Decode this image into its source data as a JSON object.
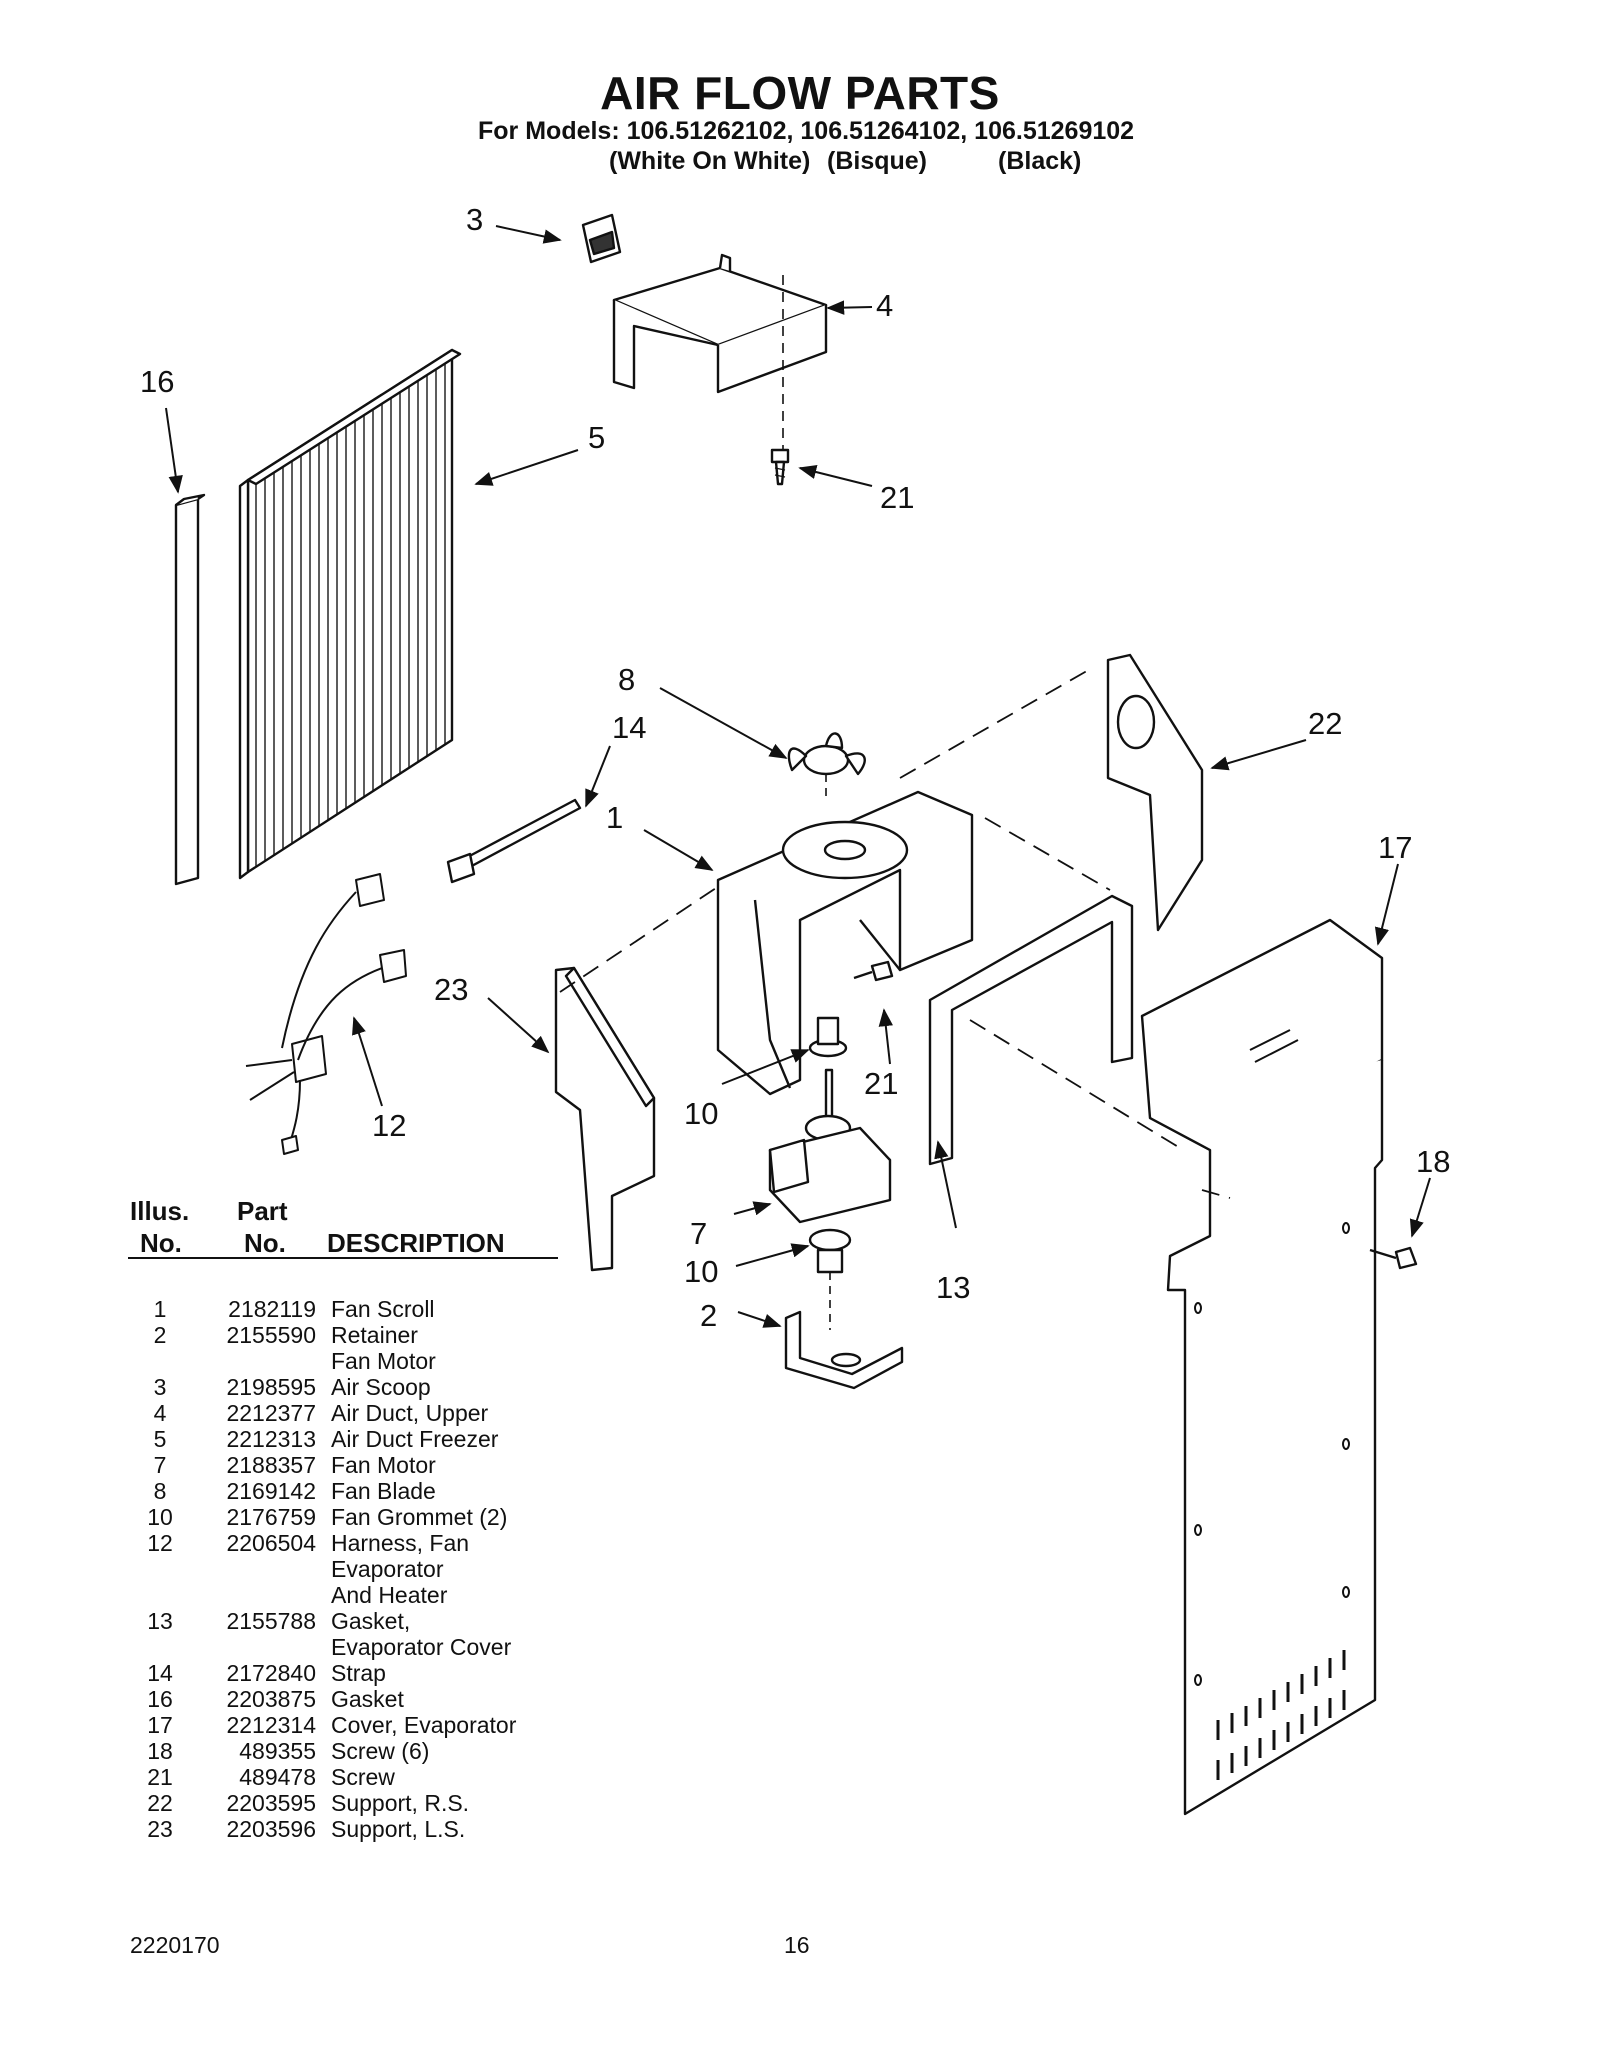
{
  "header": {
    "title": "AIR FLOW PARTS",
    "models": "For Models: 106.51262102, 106.51264102, 106.51269102",
    "colors": [
      "(White On White)",
      "(Bisque)",
      "(Black)"
    ]
  },
  "callouts": [
    "3",
    "4",
    "16",
    "5",
    "21",
    "8",
    "14",
    "22",
    "1",
    "17",
    "23",
    "21",
    "12",
    "10",
    "18",
    "7",
    "10",
    "13",
    "2"
  ],
  "table": {
    "headers": {
      "illus_1": "Illus.",
      "illus_2": "No.",
      "part_1": "Part",
      "part_2": "No.",
      "description": "DESCRIPTION"
    },
    "rows": [
      {
        "no": "1",
        "part": "2182119",
        "desc": [
          "Fan Scroll"
        ]
      },
      {
        "no": "2",
        "part": "2155590",
        "desc": [
          "Retainer",
          "Fan Motor"
        ]
      },
      {
        "no": "3",
        "part": "2198595",
        "desc": [
          "Air Scoop"
        ]
      },
      {
        "no": "4",
        "part": "2212377",
        "desc": [
          "Air Duct, Upper"
        ]
      },
      {
        "no": "5",
        "part": "2212313",
        "desc": [
          "Air Duct Freezer"
        ]
      },
      {
        "no": "7",
        "part": "2188357",
        "desc": [
          "Fan Motor"
        ]
      },
      {
        "no": "8",
        "part": "2169142",
        "desc": [
          "Fan Blade"
        ]
      },
      {
        "no": "10",
        "part": "2176759",
        "desc": [
          "Fan Grommet (2)"
        ]
      },
      {
        "no": "12",
        "part": "2206504",
        "desc": [
          "Harness, Fan",
          "Evaporator",
          "And Heater"
        ]
      },
      {
        "no": "13",
        "part": "2155788",
        "desc": [
          "Gasket,",
          "Evaporator Cover"
        ]
      },
      {
        "no": "14",
        "part": "2172840",
        "desc": [
          "Strap"
        ]
      },
      {
        "no": "16",
        "part": "2203875",
        "desc": [
          "Gasket"
        ]
      },
      {
        "no": "17",
        "part": "2212314",
        "desc": [
          "Cover, Evaporator"
        ]
      },
      {
        "no": "18",
        "part": "489355",
        "desc": [
          "Screw (6)"
        ]
      },
      {
        "no": "21",
        "part": "489478",
        "desc": [
          "Screw"
        ]
      },
      {
        "no": "22",
        "part": "2203595",
        "desc": [
          "Support, R.S."
        ]
      },
      {
        "no": "23",
        "part": "2203596",
        "desc": [
          "Support, L.S."
        ]
      }
    ]
  },
  "footer": {
    "doc_number": "2220170",
    "page_number": "16"
  }
}
